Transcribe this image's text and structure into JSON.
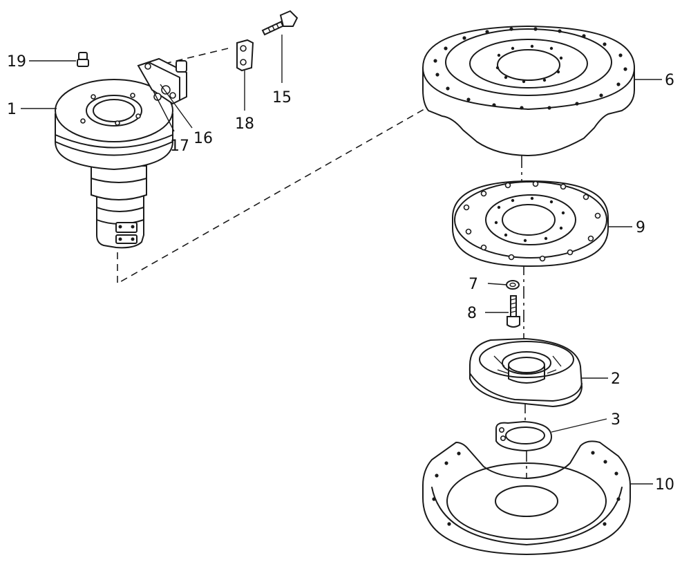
{
  "callouts": {
    "c1": "1",
    "c2": "2",
    "c3": "3",
    "c6": "6",
    "c7": "7",
    "c8": "8",
    "c9": "9",
    "c10": "10",
    "c15": "15",
    "c16": "16",
    "c17": "17",
    "c18": "18",
    "c19": "19"
  },
  "colors": {
    "line": "#1a1a1a",
    "background": "#ffffff"
  }
}
